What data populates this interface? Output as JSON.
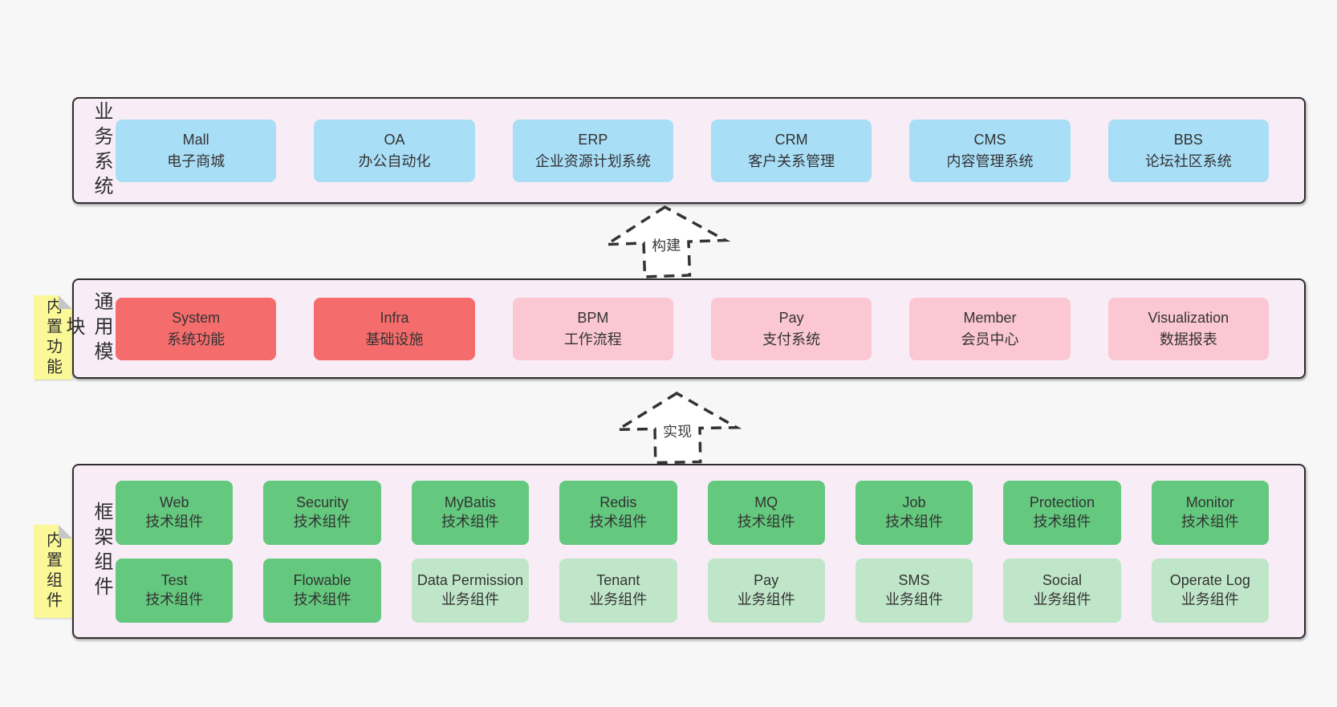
{
  "colors": {
    "canvas_bg": "#f7f7f7",
    "container_bg": "#f8edf6",
    "container_border": "#2f2f2f",
    "note_yellow": "#fbf897",
    "blue": "#a9def7",
    "red": "#f56c6c",
    "pink": "#fbc7d2",
    "green": "#64c97e",
    "lightgreen": "#c0e6c9"
  },
  "arrows": [
    {
      "label": "构建"
    },
    {
      "label": "实现"
    }
  ],
  "layers": {
    "business": {
      "label": "业务系统",
      "boxes": [
        {
          "title": "Mall",
          "subtitle": "电子商城",
          "variant": "blue"
        },
        {
          "title": "OA",
          "subtitle": "办公自动化",
          "variant": "blue"
        },
        {
          "title": "ERP",
          "subtitle": "企业资源计划系统",
          "variant": "blue"
        },
        {
          "title": "CRM",
          "subtitle": "客户关系管理",
          "variant": "blue"
        },
        {
          "title": "CMS",
          "subtitle": "内容管理系统",
          "variant": "blue"
        },
        {
          "title": "BBS",
          "subtitle": "论坛社区系统",
          "variant": "blue"
        }
      ]
    },
    "modules": {
      "label": "通用模块",
      "note": "内置功能",
      "boxes": [
        {
          "title": "System",
          "subtitle": "系统功能",
          "variant": "red"
        },
        {
          "title": "Infra",
          "subtitle": "基础设施",
          "variant": "red"
        },
        {
          "title": "BPM",
          "subtitle": "工作流程",
          "variant": "pink"
        },
        {
          "title": "Pay",
          "subtitle": "支付系统",
          "variant": "pink"
        },
        {
          "title": "Member",
          "subtitle": "会员中心",
          "variant": "pink"
        },
        {
          "title": "Visualization",
          "subtitle": "数据报表",
          "variant": "pink"
        }
      ]
    },
    "components": {
      "label": "框架组件",
      "note": "内置组件",
      "rows": [
        [
          {
            "title": "Web",
            "subtitle": "技术组件",
            "variant": "green"
          },
          {
            "title": "Security",
            "subtitle": "技术组件",
            "variant": "green"
          },
          {
            "title": "MyBatis",
            "subtitle": "技术组件",
            "variant": "green"
          },
          {
            "title": "Redis",
            "subtitle": "技术组件",
            "variant": "green"
          },
          {
            "title": "MQ",
            "subtitle": "技术组件",
            "variant": "green"
          },
          {
            "title": "Job",
            "subtitle": "技术组件",
            "variant": "green"
          },
          {
            "title": "Protection",
            "subtitle": "技术组件",
            "variant": "green"
          },
          {
            "title": "Monitor",
            "subtitle": "技术组件",
            "variant": "green"
          }
        ],
        [
          {
            "title": "Test",
            "subtitle": "技术组件",
            "variant": "green"
          },
          {
            "title": "Flowable",
            "subtitle": "技术组件",
            "variant": "green"
          },
          {
            "title": "Data Permission",
            "subtitle": "业务组件",
            "variant": "lightgreen"
          },
          {
            "title": "Tenant",
            "subtitle": "业务组件",
            "variant": "lightgreen"
          },
          {
            "title": "Pay",
            "subtitle": "业务组件",
            "variant": "lightgreen"
          },
          {
            "title": "SMS",
            "subtitle": "业务组件",
            "variant": "lightgreen"
          },
          {
            "title": "Social",
            "subtitle": "业务组件",
            "variant": "lightgreen"
          },
          {
            "title": "Operate Log",
            "subtitle": "业务组件",
            "variant": "lightgreen"
          }
        ]
      ]
    }
  }
}
